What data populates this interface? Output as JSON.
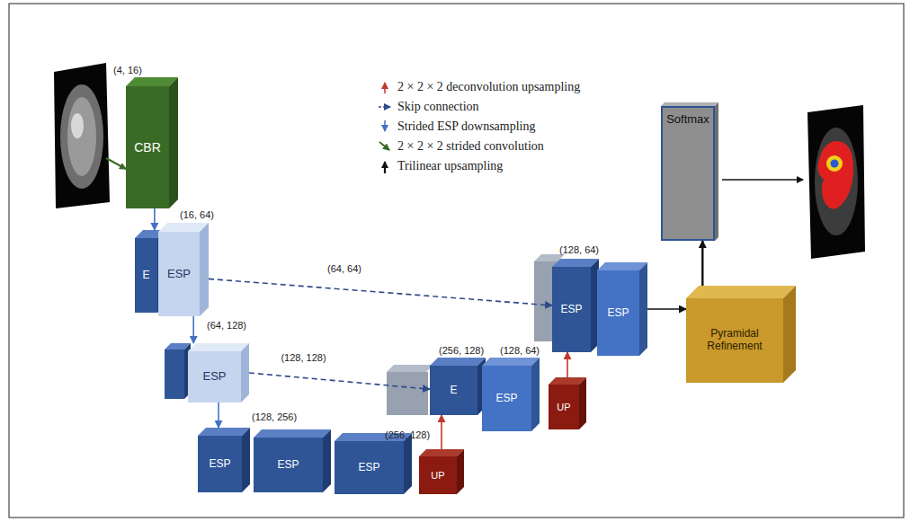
{
  "diagram": {
    "nodes": [
      {
        "text": [
          "CBR"
        ]
      },
      {
        "text": [
          "E"
        ]
      },
      {
        "text": [
          "ESP"
        ]
      },
      {
        "text": [
          "ESP"
        ]
      },
      {
        "text": [
          "ESP"
        ]
      },
      {
        "text": [
          "ESP"
        ]
      },
      {
        "text": [
          "ESP"
        ]
      },
      {
        "text": [
          "UP"
        ]
      },
      {
        "text": [
          "E"
        ]
      },
      {
        "text": [
          "ESP"
        ]
      },
      {
        "text": [
          "UP"
        ]
      },
      {
        "text": [
          "ESP"
        ]
      },
      {
        "text": [
          "ESP"
        ]
      },
      {
        "text": [
          "Pyramidal Refinement"
        ]
      },
      {
        "text": [
          "Softmax"
        ]
      }
    ],
    "edges": [
      {
        "from": 0,
        "to": 1,
        "arrow": "to"
      },
      {
        "from": 2,
        "to": 3,
        "arrow": "to"
      },
      {
        "from": 3,
        "to": 4,
        "arrow": "to"
      },
      {
        "from": 2,
        "to": 11,
        "label": "(64, 64)",
        "arrow": "to"
      },
      {
        "from": 3,
        "to": 8,
        "label": "(128, 128)",
        "arrow": "to"
      },
      {
        "from": 7,
        "to": 8,
        "arrow": "to"
      },
      {
        "from": 10,
        "to": 11,
        "arrow": "to"
      },
      {
        "from": 12,
        "to": 13,
        "arrow": "to"
      },
      {
        "from": 13,
        "to": 14,
        "arrow": "to"
      }
    ],
    "labels": [
      "(4, 16)",
      "(16, 64)",
      "(64, 128)",
      "(128, 256)",
      "(256, 128)",
      "(256, 128)",
      "(128, 64)",
      "(128, 64)"
    ],
    "legend": [
      {
        "text": "2 × 2 × 2 deconvolution upsampling"
      },
      {
        "text": "Skip connection"
      },
      {
        "text": "Strided ESP downsampling"
      },
      {
        "text": "2 × 2 × 2 strided convolution"
      },
      {
        "text": "Trilinear upsampling"
      }
    ]
  }
}
